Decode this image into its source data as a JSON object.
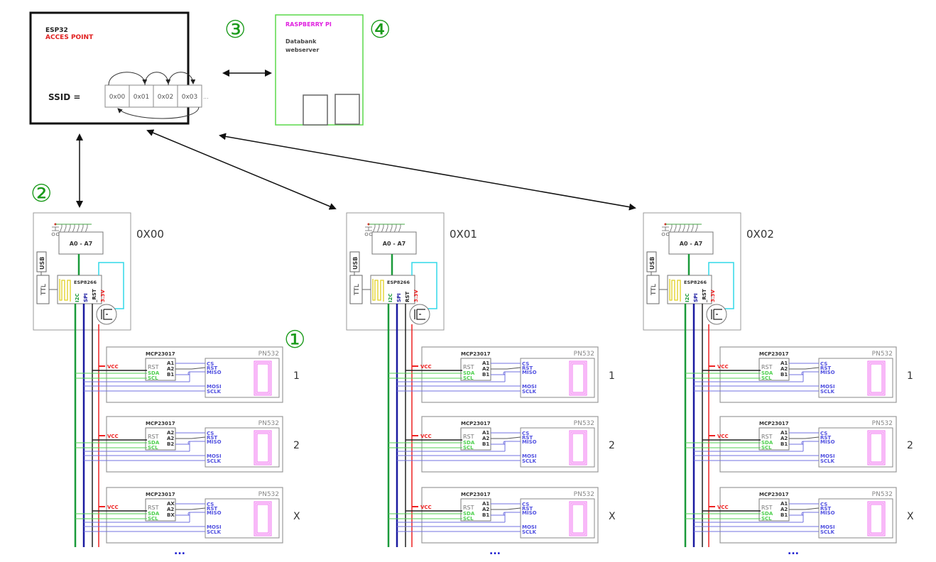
{
  "colors": {
    "green_marker": "#1a9a1a",
    "esp32_border": "#111111",
    "rpi_border": "#5ad84a",
    "access_point": "#e02020",
    "raspberry_label": "#e020e0",
    "i2c": "#1a9a3a",
    "spi": "#1a1aa0",
    "rst": "#222222",
    "vcc": "#ee2222",
    "cyan": "#30d8e8",
    "sda_scl": "#50d050",
    "spi_thin": "#7070e0",
    "pn532_coil": "#f070f0",
    "gray_box": "#999999"
  },
  "markers": {
    "one": "①",
    "two": "②",
    "three": "③",
    "four": "④"
  },
  "esp32": {
    "title": "ESP32",
    "subtitle": "ACCES POINT",
    "ssid_label": "SSID =",
    "ssid_slots": [
      "0x00",
      "0x01",
      "0x02",
      "0x03"
    ],
    "ssid_more": "..."
  },
  "rpi": {
    "title": "RASPBERRY PI",
    "line1": "Databank",
    "line2": "webserver"
  },
  "modules": [
    {
      "address": "0X00",
      "io_label": "A0 - A7",
      "usb": "USB",
      "ttl": "TTL",
      "mcu": "ESP8266",
      "pins": [
        "I2C",
        "SPI",
        "_RST",
        "3.3V"
      ],
      "readers": [
        {
          "number": "1",
          "vcc": "VCC",
          "chip": "MCP23017",
          "rst": "RST",
          "sda": "SDA",
          "scl": "SCL",
          "addr": [
            "A1",
            "A2",
            "B1"
          ],
          "reader": "PN532",
          "spi": [
            "CS",
            "RST",
            "MISO",
            "MOSI",
            "SCLK"
          ]
        },
        {
          "number": "2",
          "vcc": "VCC",
          "chip": "MCP23017",
          "rst": "RST",
          "sda": "SDA",
          "scl": "SCL",
          "addr": [
            "A2",
            "A2",
            "B2"
          ],
          "reader": "PN532",
          "spi": [
            "CS",
            "RST",
            "MISO",
            "MOSI",
            "SCLK"
          ]
        },
        {
          "number": "X",
          "vcc": "VCC",
          "chip": "MCP23017",
          "rst": "RST",
          "sda": "SDA",
          "scl": "SCL",
          "addr": [
            "AX",
            "A2",
            "BX"
          ],
          "reader": "PN532",
          "spi": [
            "CS",
            "RST",
            "MISO",
            "MOSI",
            "SCLK"
          ]
        }
      ],
      "more": "..."
    },
    {
      "address": "0X01",
      "io_label": "A0 - A7",
      "usb": "USB",
      "ttl": "TTL",
      "mcu": "ESP8266",
      "pins": [
        "I2C",
        "SPI",
        "RST",
        "3.3V"
      ],
      "readers": [
        {
          "number": "1",
          "vcc": "VCC",
          "chip": "MCP23017",
          "rst": "RST",
          "sda": "SDA",
          "scl": "SCL",
          "addr": [
            "A1",
            "A2",
            "B1"
          ],
          "reader": "PN532",
          "spi": [
            "CS",
            "RST",
            "MISO",
            "MOSI",
            "SCLK"
          ]
        },
        {
          "number": "2",
          "vcc": "VCC",
          "chip": "MCP23017",
          "rst": "RST",
          "sda": "SDA",
          "scl": "SCL",
          "addr": [
            "A1",
            "A2",
            "B1"
          ],
          "reader": "PN532",
          "spi": [
            "CS",
            "RST",
            "MISO",
            "MOSI",
            "SCLK"
          ]
        },
        {
          "number": "X",
          "vcc": "VCC",
          "chip": "MCP23017",
          "rst": "RST",
          "sda": "SDA",
          "scl": "SCL",
          "addr": [
            "A1",
            "A2",
            "B1"
          ],
          "reader": "PN532",
          "spi": [
            "CS",
            "RST",
            "MISO",
            "MOSI",
            "SCLK"
          ]
        }
      ],
      "more": "..."
    },
    {
      "address": "0X02",
      "io_label": "A0 - A7",
      "usb": "USB",
      "ttl": "TTL",
      "mcu": "ESP8266",
      "pins": [
        "I2C",
        "SPI",
        "_RST",
        "3.3V"
      ],
      "readers": [
        {
          "number": "1",
          "vcc": "VCC",
          "chip": "MCP23017",
          "rst": "RST",
          "sda": "SDA",
          "scl": "SCL",
          "addr": [
            "A1",
            "A2",
            "B1"
          ],
          "reader": "PN532",
          "spi": [
            "CS",
            "RST",
            "MISO",
            "MOSI",
            "SCLK"
          ]
        },
        {
          "number": "2",
          "vcc": "VCC",
          "chip": "MCP23017",
          "rst": "RST",
          "sda": "SDA",
          "scl": "SCL",
          "addr": [
            "A1",
            "A2",
            "B1"
          ],
          "reader": "PN532",
          "spi": [
            "CS",
            "RST",
            "MISO",
            "MOSI",
            "SCLK"
          ]
        },
        {
          "number": "X",
          "vcc": "VCC",
          "chip": "MCP23017",
          "rst": "RST",
          "sda": "SDA",
          "scl": "SCL",
          "addr": [
            "A1",
            "A2",
            "B1"
          ],
          "reader": "PN532",
          "spi": [
            "CS",
            "RST",
            "MISO",
            "MOSI",
            "SCLK"
          ]
        }
      ],
      "more": "..."
    }
  ]
}
